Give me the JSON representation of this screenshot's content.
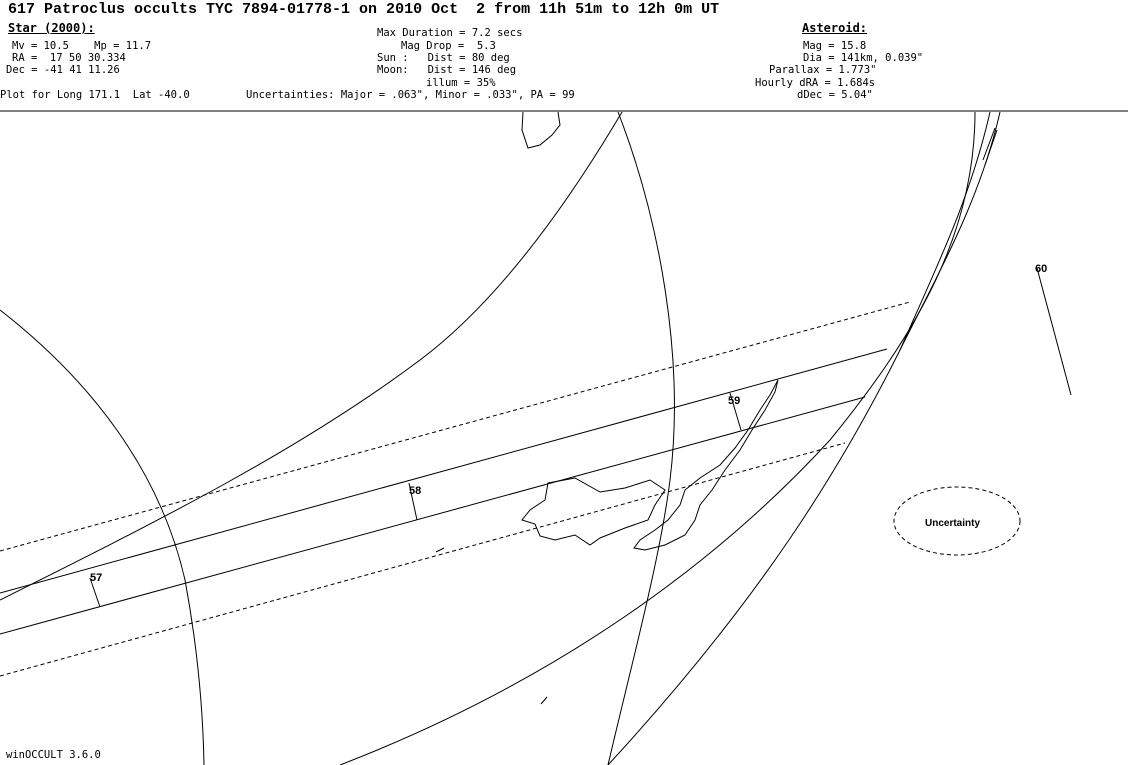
{
  "title": "617 Patroclus occults TYC 7894-01778-1 on 2010 Oct  2 from 11h 51m to 12h 0m UT",
  "star": {
    "heading": "Star (2000):",
    "mv_mp": "Mv = 10.5    Mp = 11.7",
    "ra": "RA =  17 50 30.334",
    "dec": "Dec = -41 41 11.26"
  },
  "event": {
    "max_duration": "Max Duration = 7.2 secs",
    "mag_drop": "Mag Drop =  5.3",
    "sun": "Sun :   Dist = 80 deg",
    "moon": "Moon:   Dist = 146 deg",
    "illum": "illum = 35%"
  },
  "asteroid": {
    "heading": "Asteroid:",
    "mag": "Mag = 15.8",
    "dia": "Dia = 141km, 0.039\"",
    "parallax": "Parallax = 1.773\"",
    "hourly_dra": "Hourly dRA = 1.684s",
    "ddec": "dDec = 5.04\""
  },
  "plot_for": "Plot for Long 171.1  Lat -40.0",
  "uncertainties": "Uncertainties: Major = .063\", Minor = .033\", PA = 99",
  "time_labels": [
    "57",
    "58",
    "59",
    "60"
  ],
  "uncertainty_label": "Uncertainty",
  "footer": "winOCCULT 3.6.0"
}
